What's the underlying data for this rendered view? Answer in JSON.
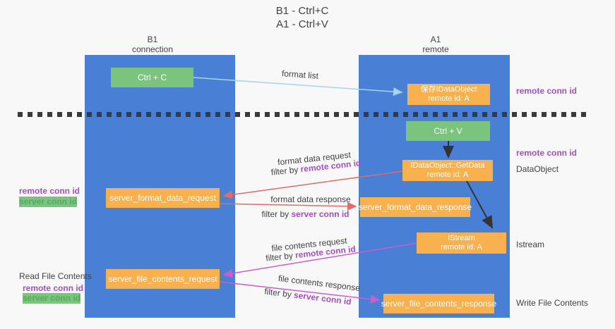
{
  "title": {
    "line1": "B1 - Ctrl+C",
    "line2": "A1 - Ctrl+V"
  },
  "columns": {
    "left": {
      "name": "B1",
      "role": "connection"
    },
    "right": {
      "name": "A1",
      "role": "remote"
    }
  },
  "boxes": {
    "ctrl_c": "Ctrl + C",
    "save_idataobject": {
      "line1": "保存IDataObject",
      "line2": "remote id: A"
    },
    "ctrl_v": "Ctrl + V",
    "getdata": {
      "line1": "IDataObject::GetData",
      "line2": "remote id: A"
    },
    "format_request": "server_format_data_request",
    "format_response": "server_format_data_response",
    "istream": {
      "line1": "IStream",
      "line2": "remote id: A"
    },
    "file_request": "server_file_contents_request",
    "file_response": "server_file_contents_response"
  },
  "flows": {
    "format_list": {
      "label": "format list"
    },
    "format_data_request": {
      "label": "format data request",
      "filter_prefix": "filter by ",
      "filter_id": "remote conn id"
    },
    "format_data_response": {
      "label": "format data response",
      "filter_prefix": "filter by ",
      "filter_id": "server conn id"
    },
    "file_contents_request": {
      "label": "file contents request",
      "filter_prefix": "filter by ",
      "filter_id": "remote conn id"
    },
    "file_contents_response": {
      "label": "file contents response",
      "filter_prefix": "filter by ",
      "filter_id": "server conn id"
    }
  },
  "side_labels": {
    "right_remote_conn_id_top": "remote conn id",
    "right_remote_conn_id_mid": "remote conn id",
    "dataobject": "DataObject",
    "istream": "Istream",
    "write_file_contents": "Write File Contents",
    "left_remote_conn_id_1": "remote conn id",
    "left_server_conn_id_1": "server conn id",
    "read_file_contents": "Read File Contents",
    "left_remote_conn_id_2": "remote conn id",
    "left_server_conn_id_2": "server conn id"
  },
  "colors": {
    "column-blue": "#4a7fd6",
    "box-green": "#7ac47e",
    "box-orange": "#f9b04f",
    "arrow-red": "#e06c65",
    "arrow-magenta": "#cf5ccc",
    "arrow-black": "#333333",
    "arrow-lightblue": "#a6d4f2",
    "label-purple": "#a44fc0",
    "label-green": "#56a862",
    "text-dark": "#424242",
    "dash": "#3a3a3a"
  }
}
